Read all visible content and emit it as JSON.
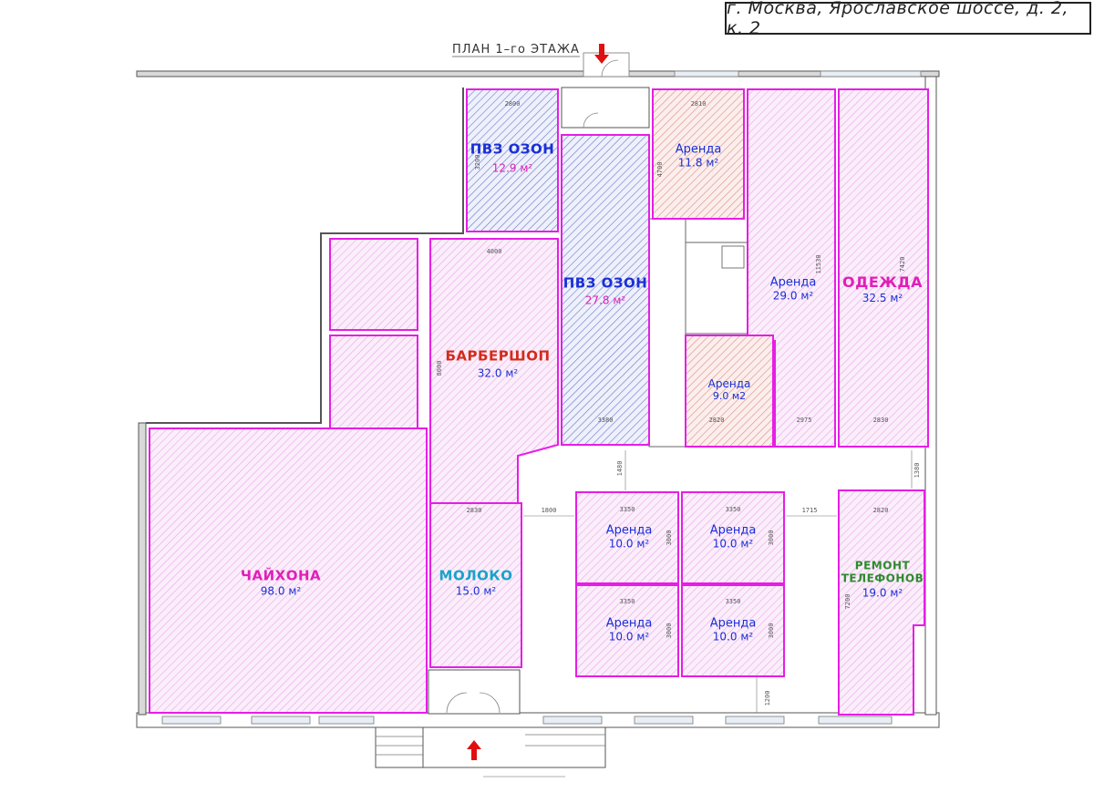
{
  "address": "г. Москва, Ярославское шоссе, д. 2, к. 2",
  "plan_title": "ПЛАН 1–го ЭТАЖА",
  "colors": {
    "magenta": "#e61ee6",
    "blue": "#1a2fd6",
    "red": "#d42a1a",
    "pink_text": "#e01fb8",
    "cyan_text": "#1aa3c8",
    "green_text": "#2e8a2e",
    "hatch_pink": "#e9a6e6",
    "hatch_blue": "#6a78c9",
    "hatch_red": "#d98a80",
    "wall": "#cfcfcf"
  },
  "rooms": [
    {
      "id": "pvz1",
      "name": "ПВЗ ОЗОН",
      "area": "12.9 м²",
      "style": "big",
      "name_color": "#1a2fd6",
      "area_color": "#e01fb8"
    },
    {
      "id": "arenda1",
      "name": "Аренда",
      "area": "11.8 м²",
      "style": "normal",
      "name_color": "#1a2fd6",
      "area_color": "#1a2fd6"
    },
    {
      "id": "pvz2",
      "name": "ПВЗ ОЗОН",
      "area": "27.8 м²",
      "style": "big",
      "name_color": "#1a2fd6",
      "area_color": "#e01fb8"
    },
    {
      "id": "arenda2",
      "name": "Аренда",
      "area": "29.0 м²",
      "style": "normal",
      "name_color": "#1a2fd6",
      "area_color": "#1a2fd6"
    },
    {
      "id": "odezhda",
      "name": "ОДЕЖДА",
      "area": "32.5 м²",
      "style": "big",
      "name_color": "#e01fb8",
      "area_color": "#1a2fd6"
    },
    {
      "id": "barber",
      "name": "БАРБЕРШОП",
      "area": "32.0 м²",
      "style": "big",
      "name_color": "#d42a1a",
      "area_color": "#1a2fd6"
    },
    {
      "id": "arenda3",
      "name": "Аренда",
      "area": "9.0 м2",
      "style": "normal",
      "name_color": "#1a2fd6",
      "area_color": "#1a2fd6"
    },
    {
      "id": "chaihona",
      "name": "ЧАЙХОНА",
      "area": "98.0 м²",
      "style": "big",
      "name_color": "#e01fb8",
      "area_color": "#1a2fd6"
    },
    {
      "id": "moloko",
      "name": "МОЛОКО",
      "area": "15.0 м²",
      "style": "big",
      "name_color": "#1aa3c8",
      "area_color": "#1a2fd6"
    },
    {
      "id": "a4",
      "name": "Аренда",
      "area": "10.0 м²",
      "style": "normal",
      "name_color": "#1a2fd6",
      "area_color": "#1a2fd6"
    },
    {
      "id": "a5",
      "name": "Аренда",
      "area": "10.0 м²",
      "style": "normal",
      "name_color": "#1a2fd6",
      "area_color": "#1a2fd6"
    },
    {
      "id": "a6",
      "name": "Аренда",
      "area": "10.0 м²",
      "style": "normal",
      "name_color": "#1a2fd6",
      "area_color": "#1a2fd6"
    },
    {
      "id": "a7",
      "name": "Аренда",
      "area": "10.0 м²",
      "style": "normal",
      "name_color": "#1a2fd6",
      "area_color": "#1a2fd6"
    },
    {
      "id": "remont",
      "name": "РЕМОНТ ТЕЛЕФОНОВ",
      "name_line1": "РЕМОНТ",
      "name_line2": "ТЕЛЕФОНОВ",
      "area": "19.0 м²",
      "style": "green",
      "name_color": "#2e8a2e",
      "area_color": "#1a2fd6"
    }
  ],
  "dimensions": {
    "d2800": "2800",
    "d2810": "2810",
    "d4000": "4000",
    "d1800": "1800",
    "d1715": "1715",
    "d3350": "3350",
    "d3000": "3000",
    "d2820": "2820",
    "d2975": "2975",
    "d2830": "2830",
    "d1380": "1380",
    "d1480": "1480",
    "d1200": "1200",
    "d3380": "3380",
    "d7200": "7200",
    "d8000": "8000",
    "d11530": "11530",
    "d4700": "4700",
    "d3200": "3200",
    "d7420": "7420"
  }
}
